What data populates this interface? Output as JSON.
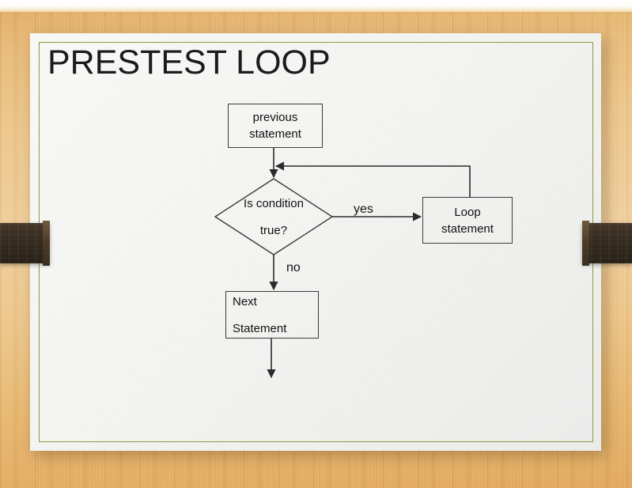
{
  "slide": {
    "title": "PRESTEST LOOP",
    "border_color": "#8a9b3f",
    "paper_color": "#f6f6f4",
    "background_color": "#eec78c",
    "strap_color": "#332a1e"
  },
  "flowchart": {
    "type": "flowchart",
    "nodes": [
      {
        "id": "previous",
        "shape": "rectangle",
        "lines": [
          "previous",
          "statement"
        ],
        "align": "center"
      },
      {
        "id": "condition",
        "shape": "diamond",
        "lines": [
          "Is condition",
          "true?"
        ],
        "align": "center"
      },
      {
        "id": "loop",
        "shape": "rectangle",
        "lines": [
          "Loop",
          "statement"
        ],
        "align": "center"
      },
      {
        "id": "next",
        "shape": "rectangle",
        "lines": [
          "Next",
          "Statement"
        ],
        "align": "left"
      }
    ],
    "edges": [
      {
        "from": "previous",
        "to": "condition",
        "label": ""
      },
      {
        "from": "condition",
        "to": "loop",
        "label": "yes"
      },
      {
        "from": "condition",
        "to": "next",
        "label": "no"
      },
      {
        "from": "loop",
        "to": "previous",
        "label": ""
      },
      {
        "from": "next",
        "to": "",
        "label": ""
      }
    ],
    "labels": {
      "yes": "yes",
      "no": "no"
    },
    "line_color": "#3b3b3b"
  }
}
